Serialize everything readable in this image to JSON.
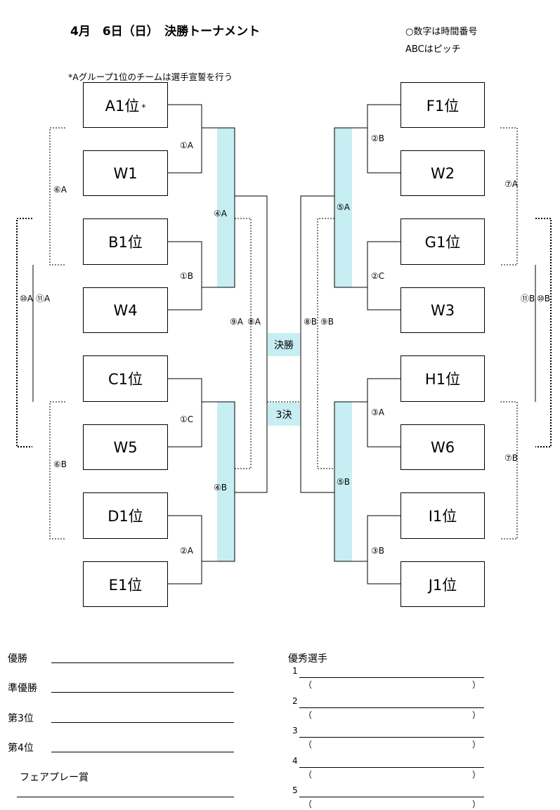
{
  "header": {
    "title": "4月　6日（日）　決勝トーナメント",
    "legend_line1": "○数字は時間番号",
    "legend_line2": "ABCはピッチ",
    "note": "*Aグループ1位のチームは選手宣誓を行う"
  },
  "teams": {
    "left": [
      "A1位",
      "W1",
      "B1位",
      "W4",
      "C1位",
      "W5",
      "D1位",
      "E1位"
    ],
    "right": [
      "F1位",
      "W2",
      "G1位",
      "W3",
      "H1位",
      "W6",
      "I1位",
      "J1位"
    ],
    "a1_mark": "*"
  },
  "match_labels": {
    "l1": "①A",
    "l2": "①B",
    "l3": "①C",
    "l4": "②A",
    "l5": "④A",
    "l6": "④B",
    "l7": "⑥A",
    "l8": "⑥B",
    "l9": "⑨A",
    "l10": "⑧A",
    "l11": "⑩A",
    "l12": "⑪A",
    "r1": "②B",
    "r2": "②C",
    "r3": "③A",
    "r4": "③B",
    "r5": "⑤A",
    "r6": "⑤B",
    "r7": "⑦A",
    "r8": "⑦B",
    "r9": "⑧B",
    "r10": "⑨B",
    "r11": "⑪B",
    "r12": "⑩B"
  },
  "center": {
    "final": "決勝",
    "third": "3決"
  },
  "results": {
    "winner": "優勝",
    "runner_up": "準優勝",
    "third": "第3位",
    "fourth": "第4位",
    "fair_play": "フェアプレー賞"
  },
  "players": {
    "title": "優秀選手",
    "numbers": [
      "1",
      "2",
      "3",
      "4",
      "5"
    ],
    "paren_open": "（",
    "paren_close": "）"
  }
}
